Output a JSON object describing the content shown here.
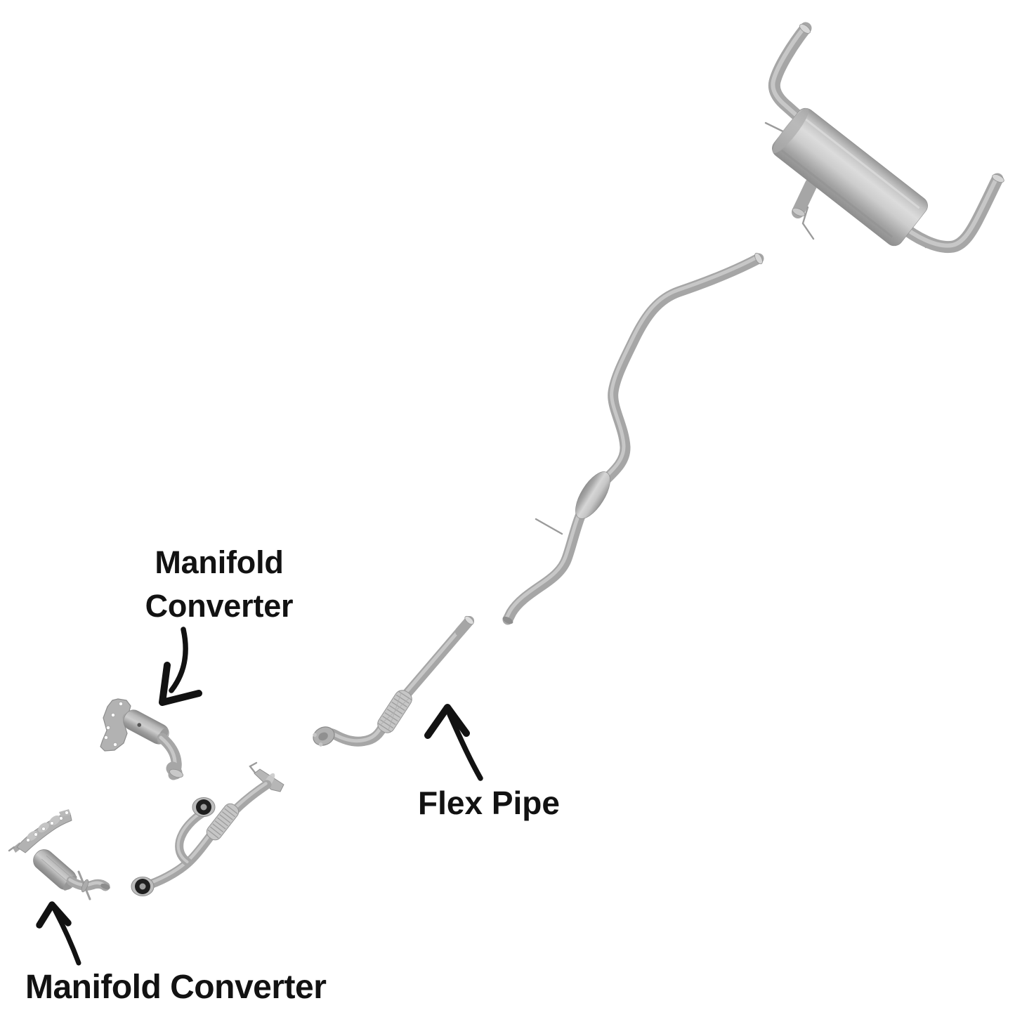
{
  "page": {
    "background": "#ffffff"
  },
  "colors": {
    "bg": "#ffffff",
    "ink": "#121212",
    "pipe": "#a6a6a6",
    "pipe-dark": "#8d8d8d",
    "pipe-light": "#d0d0d0",
    "gasket": "#1e1e1e"
  },
  "labels": {
    "manifold_converter_upper": {
      "line1": "Manifold",
      "line2": "Converter"
    },
    "flex_pipe": "Flex Pipe",
    "manifold_converter_lower": "Manifold Converter"
  }
}
